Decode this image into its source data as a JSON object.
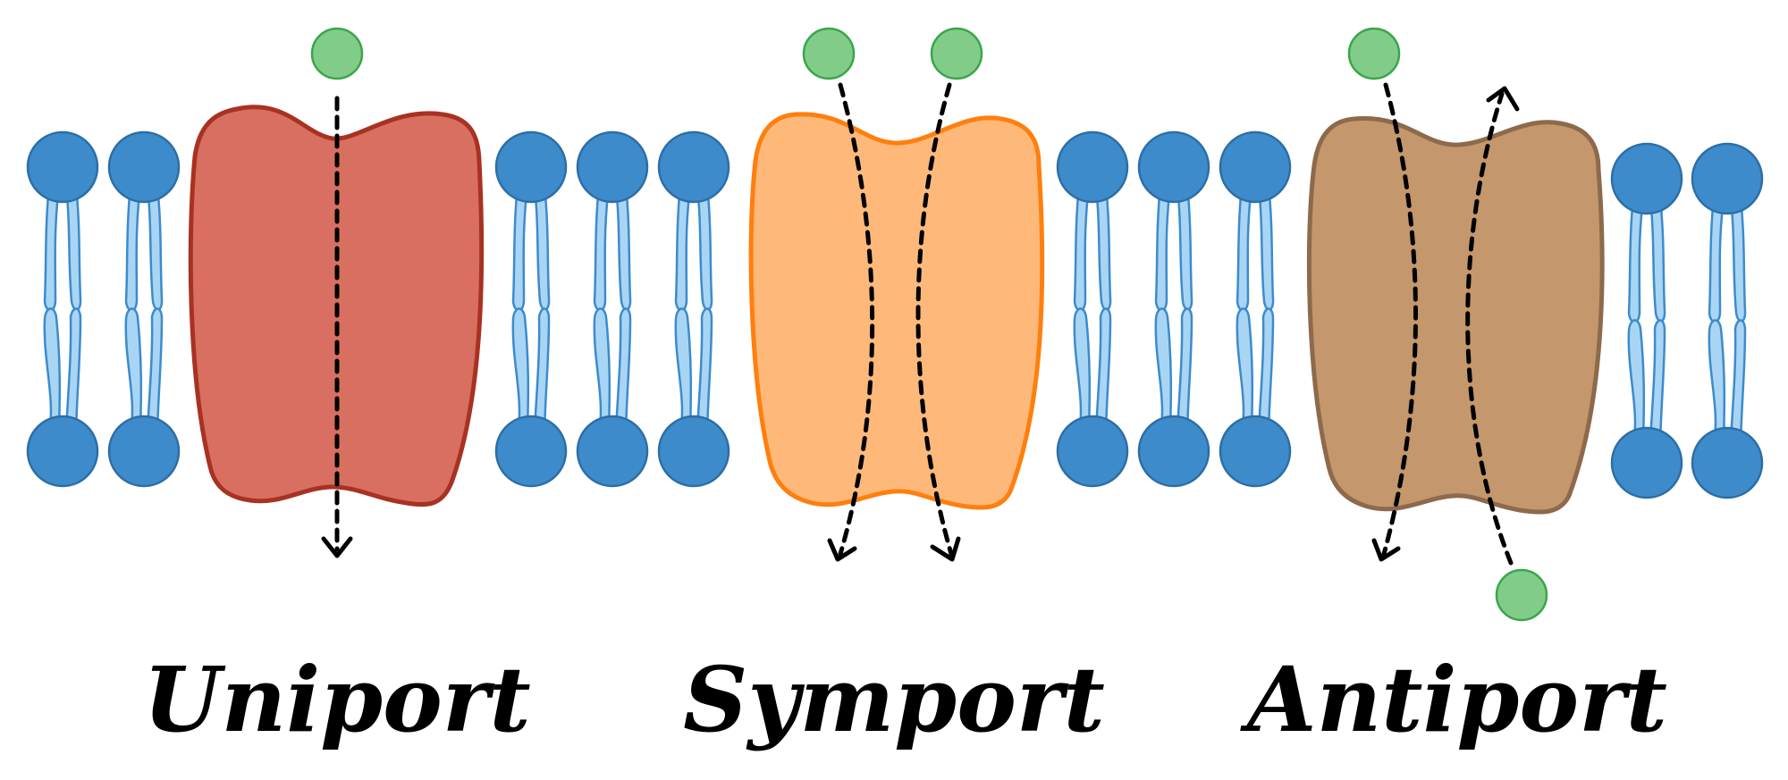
{
  "labels": {
    "uniport": "Uniport",
    "symport": "Symport",
    "antiport": "Antiport"
  },
  "colors": {
    "lipid_head": "#3d8bcb",
    "lipid_head_stroke": "#2c6ea6",
    "lipid_tail": "#a9d5f5",
    "lipid_tail_stroke": "#3d8bcb",
    "molecule": "#82cc8a",
    "molecule_stroke": "#3aa64a",
    "uniport_protein": "#d86f60",
    "uniport_stroke": "#a83222",
    "symport_protein": "#feb97a",
    "symport_stroke": "#ff7f0e",
    "antiport_protein": "#c4976c",
    "antiport_stroke": "#8c6a4b",
    "arrow": "#000000"
  },
  "icons": {
    "lipid": "phospholipid-icon",
    "molecule": "solute-molecule-icon"
  }
}
